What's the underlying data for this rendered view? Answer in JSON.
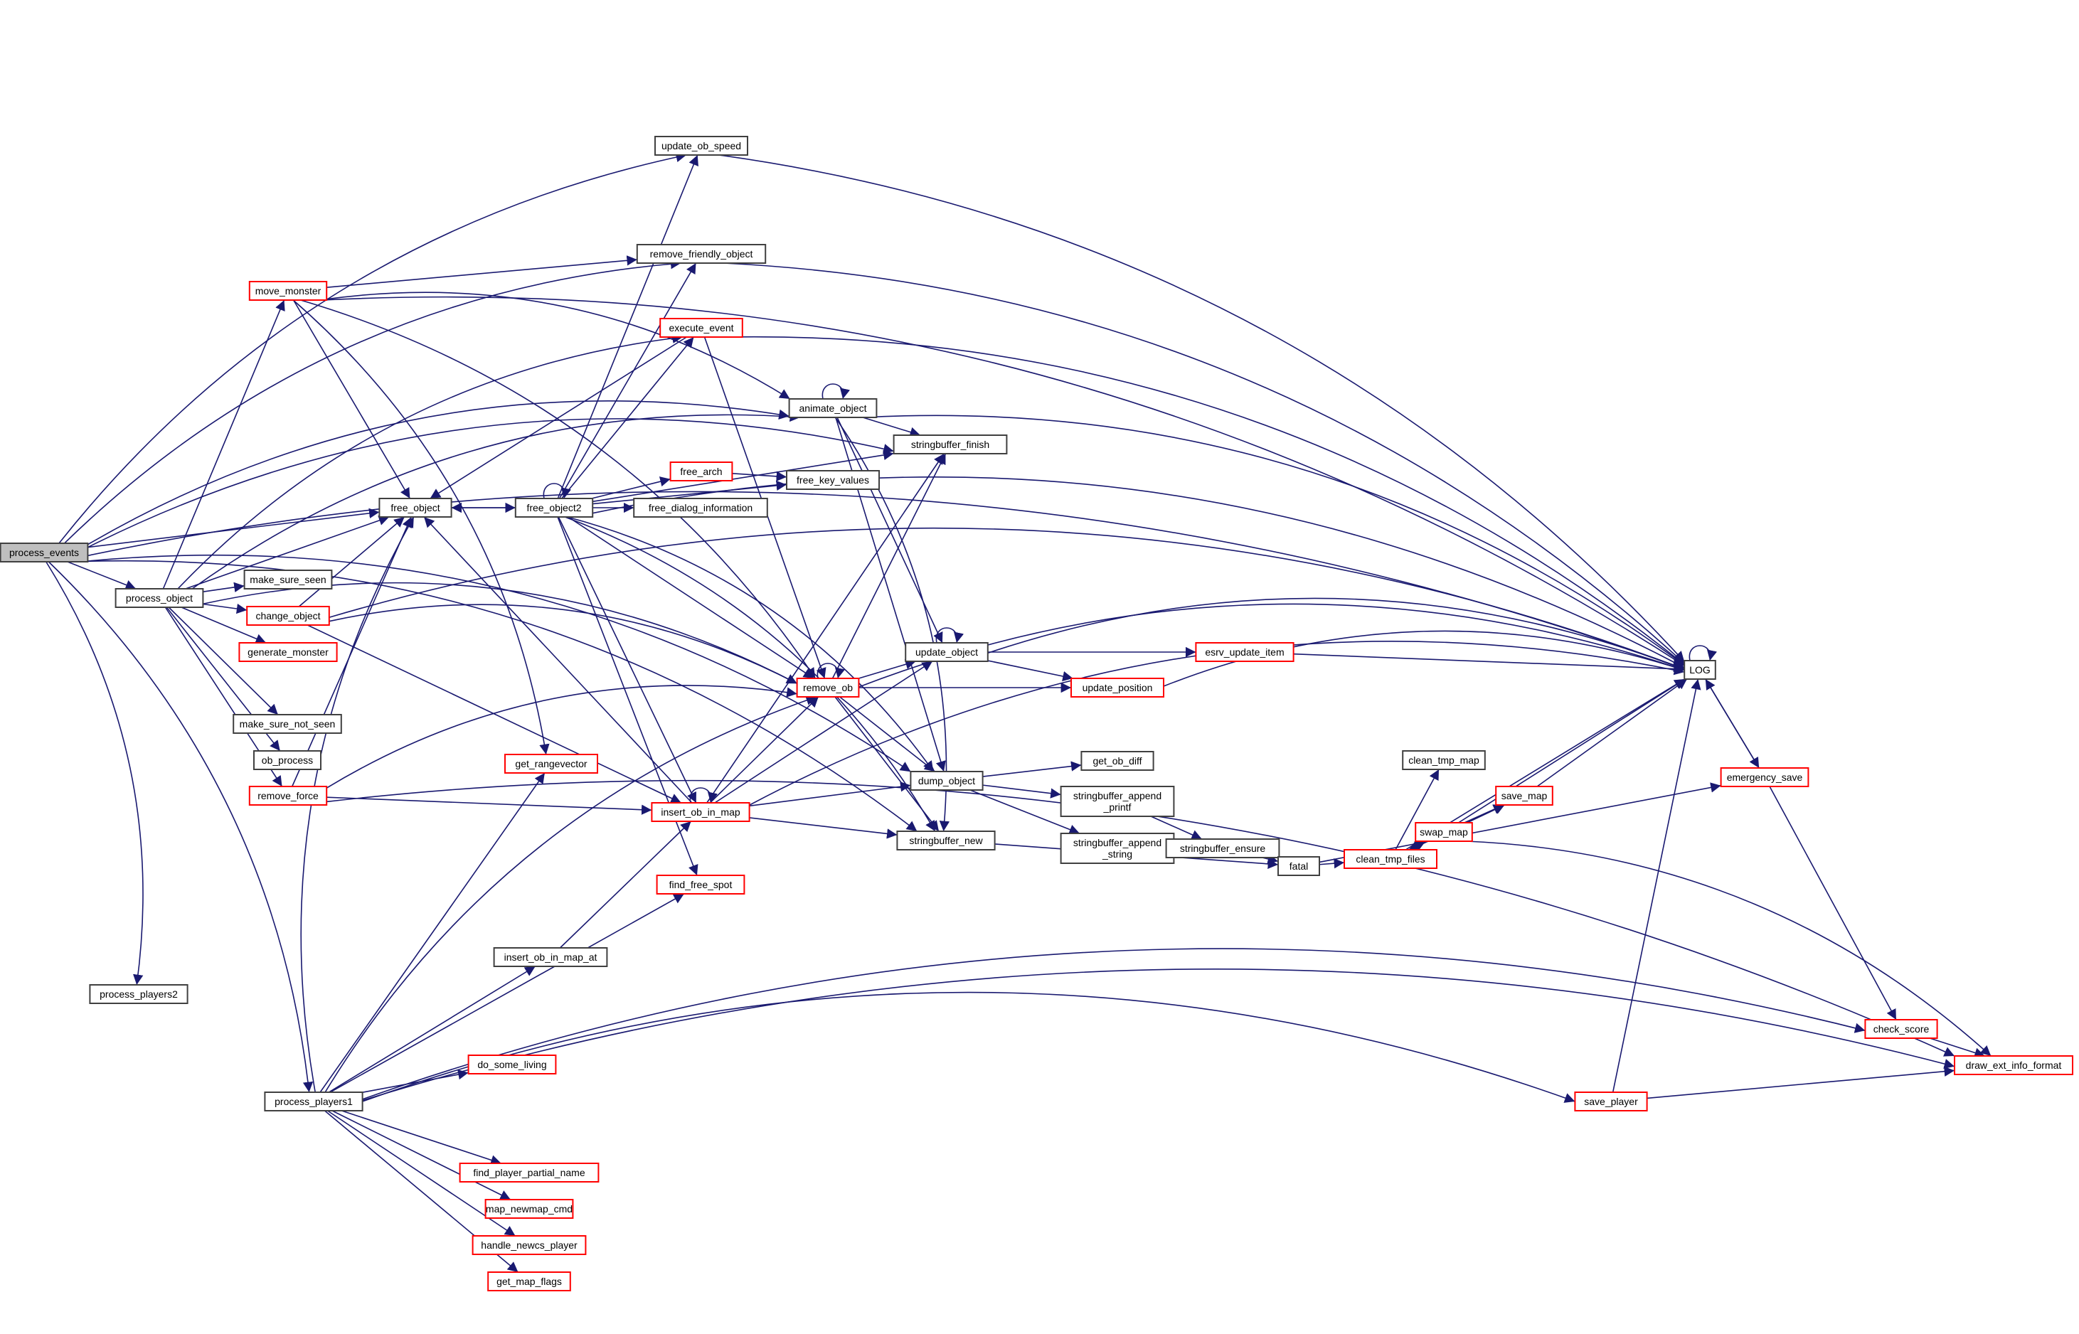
{
  "title": "process_events call graph",
  "colors": {
    "edge": "#191970",
    "node_border_documented": "#404040",
    "node_border_undocumented": "#ff0000",
    "root_fill": "#bfbfbf",
    "node_fill": "#ffffff"
  },
  "nodes": [
    {
      "id": "process_events",
      "label": "process_events",
      "style": "root"
    },
    {
      "id": "process_object",
      "label": "process_object",
      "style": "normal"
    },
    {
      "id": "make_sure_seen",
      "label": "make_sure_seen",
      "style": "normal"
    },
    {
      "id": "change_object",
      "label": "change_object",
      "style": "red"
    },
    {
      "id": "generate_monster",
      "label": "generate_monster",
      "style": "red"
    },
    {
      "id": "make_sure_not_seen",
      "label": "make_sure_not_seen",
      "style": "normal"
    },
    {
      "id": "ob_process",
      "label": "ob_process",
      "style": "normal"
    },
    {
      "id": "remove_force",
      "label": "remove_force",
      "style": "red"
    },
    {
      "id": "process_players2",
      "label": "process_players2",
      "style": "normal"
    },
    {
      "id": "process_players1",
      "label": "process_players1",
      "style": "normal"
    },
    {
      "id": "move_monster",
      "label": "move_monster",
      "style": "red"
    },
    {
      "id": "update_ob_speed",
      "label": "update_ob_speed",
      "style": "normal"
    },
    {
      "id": "remove_friendly_object",
      "label": "remove_friendly_object",
      "style": "normal"
    },
    {
      "id": "execute_event",
      "label": "execute_event",
      "style": "red"
    },
    {
      "id": "animate_object",
      "label": "animate_object",
      "style": "normal"
    },
    {
      "id": "stringbuffer_finish",
      "label": "stringbuffer_finish",
      "style": "normal"
    },
    {
      "id": "free_arch",
      "label": "free_arch",
      "style": "red"
    },
    {
      "id": "free_key_values",
      "label": "free_key_values",
      "style": "normal"
    },
    {
      "id": "free_object",
      "label": "free_object",
      "style": "normal"
    },
    {
      "id": "free_object2",
      "label": "free_object2",
      "style": "normal"
    },
    {
      "id": "free_dialog_information",
      "label": "free_dialog_information",
      "style": "normal"
    },
    {
      "id": "update_object",
      "label": "update_object",
      "style": "normal"
    },
    {
      "id": "esrv_update_item",
      "label": "esrv_update_item",
      "style": "red"
    },
    {
      "id": "remove_ob",
      "label": "remove_ob",
      "style": "red"
    },
    {
      "id": "update_position",
      "label": "update_position",
      "style": "red"
    },
    {
      "id": "get_ob_diff",
      "label": "get_ob_diff",
      "style": "normal"
    },
    {
      "id": "dump_object",
      "label": "dump_object",
      "style": "normal"
    },
    {
      "id": "stringbuffer_append_printf",
      "label": "stringbuffer_append\n_printf",
      "style": "normal"
    },
    {
      "id": "stringbuffer_append_string",
      "label": "stringbuffer_append\n_string",
      "style": "normal"
    },
    {
      "id": "stringbuffer_new",
      "label": "stringbuffer_new",
      "style": "normal"
    },
    {
      "id": "stringbuffer_ensure",
      "label": "stringbuffer_ensure",
      "style": "normal"
    },
    {
      "id": "fatal",
      "label": "fatal",
      "style": "normal"
    },
    {
      "id": "clean_tmp_files",
      "label": "clean_tmp_files",
      "style": "red"
    },
    {
      "id": "clean_tmp_map",
      "label": "clean_tmp_map",
      "style": "normal"
    },
    {
      "id": "save_map",
      "label": "save_map",
      "style": "red"
    },
    {
      "id": "swap_map",
      "label": "swap_map",
      "style": "red"
    },
    {
      "id": "LOG",
      "label": "LOG",
      "style": "normal"
    },
    {
      "id": "emergency_save",
      "label": "emergency_save",
      "style": "red"
    },
    {
      "id": "check_score",
      "label": "check_score",
      "style": "red"
    },
    {
      "id": "draw_ext_info_format",
      "label": "draw_ext_info_format",
      "style": "red"
    },
    {
      "id": "save_player",
      "label": "save_player",
      "style": "red"
    },
    {
      "id": "get_rangevector",
      "label": "get_rangevector",
      "style": "red"
    },
    {
      "id": "insert_ob_in_map",
      "label": "insert_ob_in_map",
      "style": "red"
    },
    {
      "id": "find_free_spot",
      "label": "find_free_spot",
      "style": "red"
    },
    {
      "id": "insert_ob_in_map_at",
      "label": "insert_ob_in_map_at",
      "style": "normal"
    },
    {
      "id": "do_some_living",
      "label": "do_some_living",
      "style": "red"
    },
    {
      "id": "find_player_partial_name",
      "label": "find_player_partial_name",
      "style": "red"
    },
    {
      "id": "map_newmap_cmd",
      "label": "map_newmap_cmd",
      "style": "red"
    },
    {
      "id": "handle_newcs_player",
      "label": "handle_newcs_player",
      "style": "red"
    },
    {
      "id": "get_map_flags",
      "label": "get_map_flags",
      "style": "red"
    }
  ],
  "edges": [
    [
      "process_events",
      "process_object"
    ],
    [
      "process_events",
      "free_object"
    ],
    [
      "process_events",
      "LOG"
    ],
    [
      "process_events",
      "update_ob_speed"
    ],
    [
      "process_events",
      "animate_object"
    ],
    [
      "process_events",
      "stringbuffer_finish"
    ],
    [
      "process_events",
      "dump_object"
    ],
    [
      "process_events",
      "stringbuffer_new"
    ],
    [
      "process_events",
      "process_players2"
    ],
    [
      "process_events",
      "process_players1"
    ],
    [
      "process_events",
      "remove_friendly_object"
    ],
    [
      "process_object",
      "make_sure_seen"
    ],
    [
      "process_object",
      "change_object"
    ],
    [
      "process_object",
      "generate_monster"
    ],
    [
      "process_object",
      "make_sure_not_seen"
    ],
    [
      "process_object",
      "ob_process"
    ],
    [
      "process_object",
      "remove_force"
    ],
    [
      "process_object",
      "move_monster"
    ],
    [
      "process_object",
      "free_object"
    ],
    [
      "process_object",
      "execute_event"
    ],
    [
      "process_object",
      "remove_ob"
    ],
    [
      "process_object",
      "animate_object"
    ],
    [
      "change_object",
      "free_object"
    ],
    [
      "change_object",
      "LOG"
    ],
    [
      "change_object",
      "remove_ob"
    ],
    [
      "change_object",
      "insert_ob_in_map"
    ],
    [
      "remove_force",
      "free_object"
    ],
    [
      "remove_force",
      "remove_ob"
    ],
    [
      "remove_force",
      "insert_ob_in_map"
    ],
    [
      "remove_force",
      "draw_ext_info_format"
    ],
    [
      "move_monster",
      "free_object"
    ],
    [
      "move_monster",
      "remove_friendly_object"
    ],
    [
      "move_monster",
      "LOG"
    ],
    [
      "move_monster",
      "get_rangevector"
    ],
    [
      "move_monster",
      "remove_ob"
    ],
    [
      "move_monster",
      "animate_object"
    ],
    [
      "update_ob_speed",
      "LOG"
    ],
    [
      "remove_friendly_object",
      "LOG"
    ],
    [
      "execute_event",
      "LOG"
    ],
    [
      "execute_event",
      "free_object"
    ],
    [
      "execute_event",
      "remove_ob"
    ],
    [
      "animate_object",
      "animate_object"
    ],
    [
      "animate_object",
      "LOG"
    ],
    [
      "animate_object",
      "stringbuffer_finish"
    ],
    [
      "animate_object",
      "dump_object"
    ],
    [
      "animate_object",
      "stringbuffer_new"
    ],
    [
      "animate_object",
      "update_object"
    ],
    [
      "free_object",
      "free_object2"
    ],
    [
      "free_object2",
      "free_object"
    ],
    [
      "free_object2",
      "free_object2"
    ],
    [
      "free_object2",
      "free_arch"
    ],
    [
      "free_object2",
      "free_key_values"
    ],
    [
      "free_object2",
      "free_dialog_information"
    ],
    [
      "free_object2",
      "stringbuffer_finish"
    ],
    [
      "free_object2",
      "LOG"
    ],
    [
      "free_object2",
      "update_ob_speed"
    ],
    [
      "free_object2",
      "remove_friendly_object"
    ],
    [
      "free_object2",
      "execute_event"
    ],
    [
      "free_object2",
      "remove_ob"
    ],
    [
      "free_object2",
      "insert_ob_in_map"
    ],
    [
      "free_object2",
      "find_free_spot"
    ],
    [
      "free_object2",
      "dump_object"
    ],
    [
      "free_object2",
      "stringbuffer_new"
    ],
    [
      "free_arch",
      "free_key_values"
    ],
    [
      "update_object",
      "update_object"
    ],
    [
      "update_object",
      "esrv_update_item"
    ],
    [
      "update_object",
      "update_position"
    ],
    [
      "update_object",
      "LOG"
    ],
    [
      "esrv_update_item",
      "LOG"
    ],
    [
      "update_position",
      "LOG"
    ],
    [
      "remove_ob",
      "remove_ob"
    ],
    [
      "remove_ob",
      "update_object"
    ],
    [
      "remove_ob",
      "update_position"
    ],
    [
      "remove_ob",
      "LOG"
    ],
    [
      "remove_ob",
      "dump_object"
    ],
    [
      "remove_ob",
      "stringbuffer_new"
    ],
    [
      "remove_ob",
      "stringbuffer_finish"
    ],
    [
      "dump_object",
      "get_ob_diff"
    ],
    [
      "dump_object",
      "stringbuffer_append_printf"
    ],
    [
      "dump_object",
      "stringbuffer_append_string"
    ],
    [
      "stringbuffer_append_printf",
      "stringbuffer_ensure"
    ],
    [
      "stringbuffer_append_string",
      "stringbuffer_ensure"
    ],
    [
      "stringbuffer_ensure",
      "fatal"
    ],
    [
      "stringbuffer_new",
      "fatal"
    ],
    [
      "fatal",
      "clean_tmp_files"
    ],
    [
      "fatal",
      "emergency_save"
    ],
    [
      "clean_tmp_files",
      "clean_tmp_map"
    ],
    [
      "clean_tmp_files",
      "save_map"
    ],
    [
      "clean_tmp_files",
      "swap_map"
    ],
    [
      "clean_tmp_files",
      "LOG"
    ],
    [
      "swap_map",
      "save_map"
    ],
    [
      "swap_map",
      "LOG"
    ],
    [
      "swap_map",
      "clean_tmp_files"
    ],
    [
      "swap_map",
      "draw_ext_info_format"
    ],
    [
      "save_map",
      "LOG"
    ],
    [
      "LOG",
      "LOG"
    ],
    [
      "LOG",
      "emergency_save"
    ],
    [
      "emergency_save",
      "LOG"
    ],
    [
      "emergency_save",
      "check_score"
    ],
    [
      "check_score",
      "draw_ext_info_format"
    ],
    [
      "save_player",
      "draw_ext_info_format"
    ],
    [
      "save_player",
      "LOG"
    ],
    [
      "insert_ob_in_map",
      "insert_ob_in_map"
    ],
    [
      "insert_ob_in_map",
      "remove_ob"
    ],
    [
      "insert_ob_in_map",
      "update_object"
    ],
    [
      "insert_ob_in_map",
      "dump_object"
    ],
    [
      "insert_ob_in_map",
      "stringbuffer_new"
    ],
    [
      "insert_ob_in_map",
      "stringbuffer_finish"
    ],
    [
      "insert_ob_in_map",
      "LOG"
    ],
    [
      "insert_ob_in_map",
      "free_object"
    ],
    [
      "insert_ob_in_map_at",
      "insert_ob_in_map"
    ],
    [
      "process_players1",
      "insert_ob_in_map_at"
    ],
    [
      "process_players1",
      "do_some_living"
    ],
    [
      "process_players1",
      "find_player_partial_name"
    ],
    [
      "process_players1",
      "map_newmap_cmd"
    ],
    [
      "process_players1",
      "handle_newcs_player"
    ],
    [
      "process_players1",
      "get_map_flags"
    ],
    [
      "process_players1",
      "get_rangevector"
    ],
    [
      "process_players1",
      "find_free_spot"
    ],
    [
      "process_players1",
      "remove_ob"
    ],
    [
      "process_players1",
      "check_score"
    ],
    [
      "process_players1",
      "save_player"
    ],
    [
      "process_players1",
      "draw_ext_info_format"
    ],
    [
      "process_players1",
      "free_object"
    ]
  ]
}
